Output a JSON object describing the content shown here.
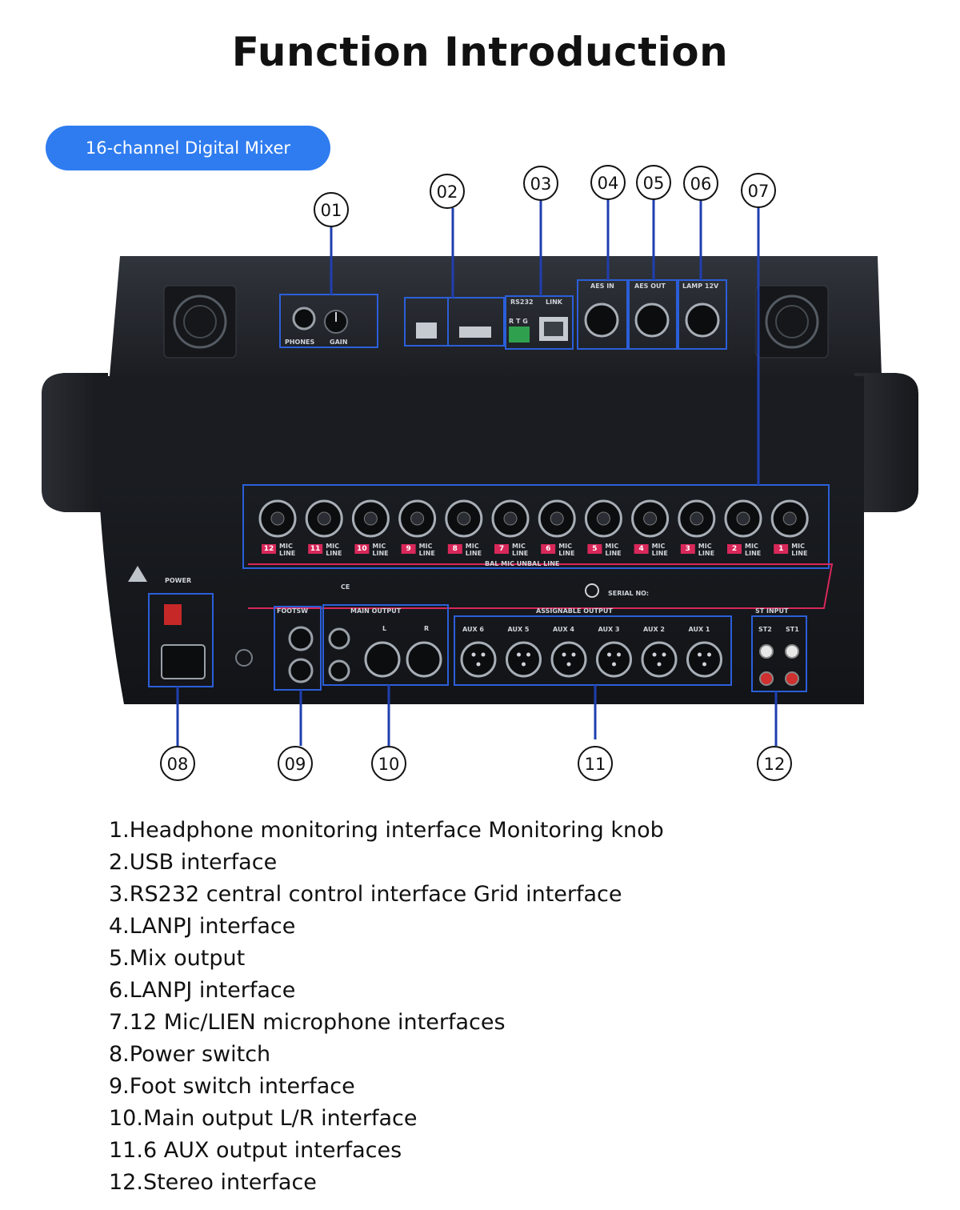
{
  "title": "Function Introduction",
  "product_label": "16-channel Digital Mixer",
  "callouts": [
    "01",
    "02",
    "03",
    "04",
    "05",
    "06",
    "07",
    "08",
    "09",
    "10",
    "11",
    "12"
  ],
  "panel_labels": {
    "phones": "PHONES",
    "gain": "GAIN",
    "rs232": "RS232",
    "link": "LINK",
    "rtg": "R T G",
    "aes_in": "AES IN",
    "aes_out": "AES OUT",
    "lamp": "LAMP 12V",
    "bal_mic": "BAL MIC UNBAL LINE",
    "mic": "MIC",
    "line": "LINE",
    "power": "POWER",
    "footsw": "FOOTSW",
    "main_output": "MAIN OUTPUT",
    "l": "L",
    "r": "R",
    "assignable_output": "ASSIGNABLE OUTPUT",
    "st_input": "ST INPUT",
    "st2": "ST2",
    "st1": "ST1",
    "serial": "SERIAL NO:",
    "ce": "CE"
  },
  "channel_numbers": [
    "12",
    "11",
    "10",
    "9",
    "8",
    "7",
    "6",
    "5",
    "4",
    "3",
    "2",
    "1"
  ],
  "aux_labels": [
    "AUX 6",
    "AUX 5",
    "AUX 4",
    "AUX 3",
    "AUX 2",
    "AUX 1"
  ],
  "features": [
    "1.Headphone monitoring interface Monitoring knob",
    "2.USB interface",
    "3.RS232 central control interface Grid interface",
    "4.LANPJ interface",
    "5.Mix output",
    "6.LANPJ interface",
    "7.12 Mic/LIEN microphone interfaces",
    "8.Power switch",
    "9.Foot switch interface",
    "10.Main output L/R interface",
    "11.6 AUX output interfaces",
    "12.Stereo interface"
  ],
  "colors": {
    "accent": "#2f7cf0",
    "callout_line": "#1f3fb0",
    "panel": "#1c1f24",
    "label_red": "#d8285a"
  }
}
